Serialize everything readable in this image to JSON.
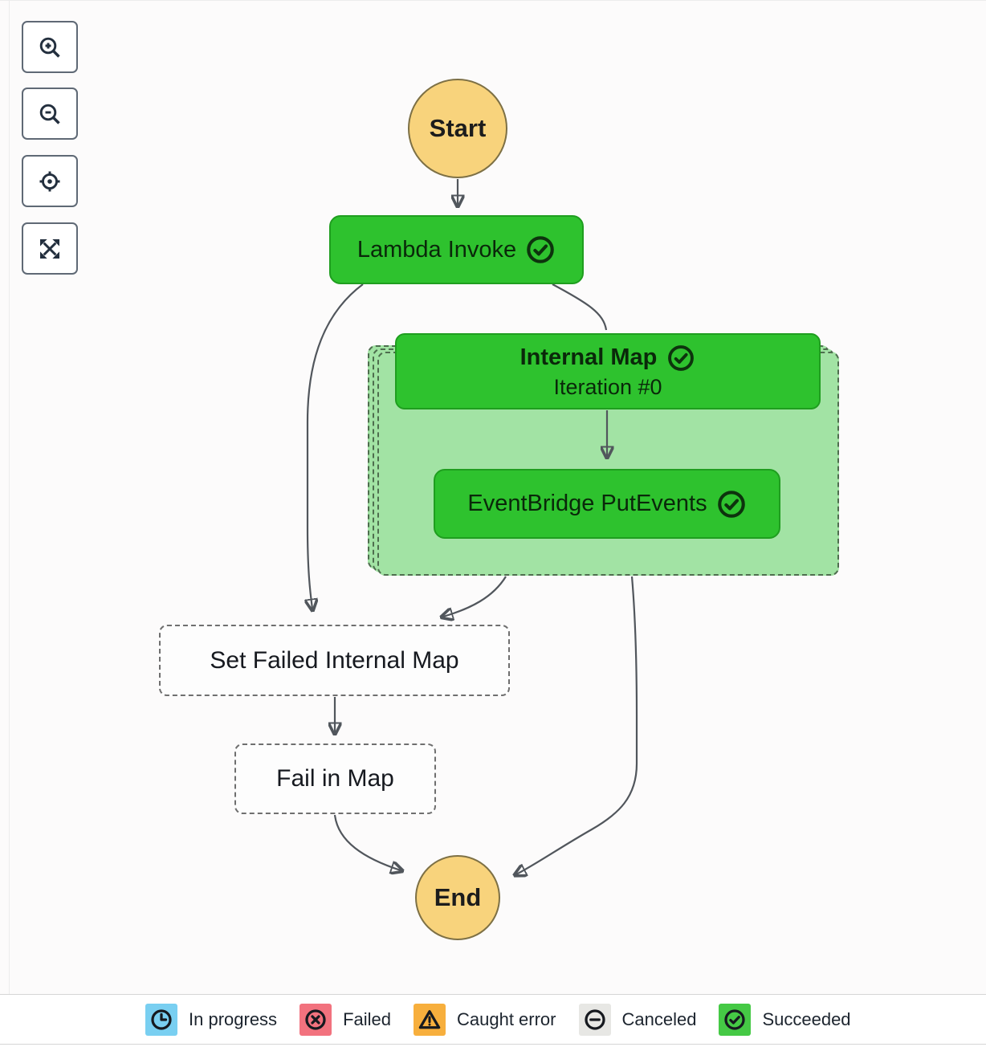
{
  "toolbar": {
    "buttons": [
      {
        "name": "zoom-in",
        "icon": "magnifier-plus-icon"
      },
      {
        "name": "zoom-out",
        "icon": "magnifier-minus-icon"
      },
      {
        "name": "center-view",
        "icon": "crosshair-target-icon"
      },
      {
        "name": "fit-view",
        "icon": "expand-arrows-icon"
      }
    ]
  },
  "nodes": {
    "start": {
      "label": "Start"
    },
    "lambda": {
      "label": "Lambda Invoke",
      "status": "succeeded"
    },
    "map": {
      "label": "Internal Map",
      "status": "succeeded",
      "iteration_label": "Iteration #0"
    },
    "eventbridge": {
      "label": "EventBridge PutEvents",
      "status": "succeeded"
    },
    "set_failed": {
      "label": "Set Failed Internal Map"
    },
    "fail": {
      "label": "Fail in Map"
    },
    "end": {
      "label": "End"
    }
  },
  "legend": {
    "items": [
      {
        "label": "In progress",
        "icon": "clock-icon",
        "color": "#79CFF1"
      },
      {
        "label": "Failed",
        "icon": "circle-x-icon",
        "color": "#F2727E"
      },
      {
        "label": "Caught error",
        "icon": "warning-triangle-icon",
        "color": "#F7AF3D"
      },
      {
        "label": "Canceled",
        "icon": "circle-minus-icon",
        "color": "#E7E7E4"
      },
      {
        "label": "Succeeded",
        "icon": "circle-check-icon",
        "color": "#45C945"
      }
    ]
  },
  "colors": {
    "succeeded_node_fill": "#2EC22E",
    "map_container_fill": "#A2E3A4",
    "terminal_node_fill": "#F8D37C",
    "edge": "#51565C"
  }
}
